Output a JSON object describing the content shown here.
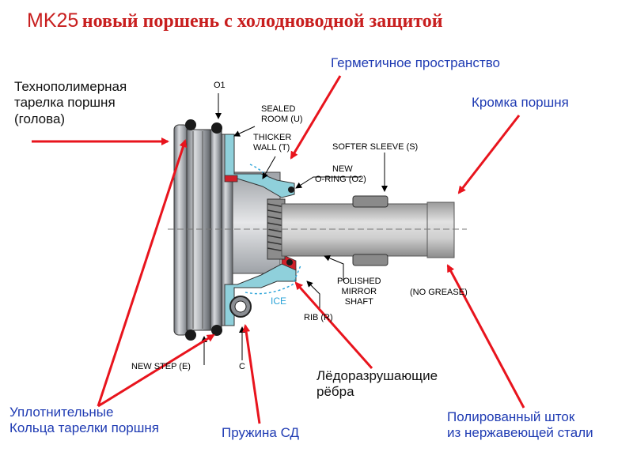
{
  "title": {
    "part1": "MK25",
    "part2": "новый поршень с холодноводной защитой"
  },
  "labels": {
    "techno": [
      "Технополимерная",
      "тарелка поршня",
      "(голова)"
    ],
    "sealed_space": "Герметичное пространство",
    "piston_edge": "Кромка поршня",
    "ice_ribs": [
      "Лёдоразрушающие",
      "рёбра"
    ],
    "seal_rings": [
      "Уплотнительные",
      "Кольца тарелки поршня"
    ],
    "spring": "Пружина СД",
    "shaft": [
      "Полированный шток",
      "из нержавеющей стали"
    ]
  },
  "tech_labels": {
    "o1": "O1",
    "sealed_room": [
      "SEALED",
      "ROOM (U)"
    ],
    "thicker_wall": [
      "THICKER",
      "WALL (T)"
    ],
    "softer_sleeve": "SOFTER SLEEVE (S)",
    "new_oring": [
      "NEW",
      "O-RING (O2)"
    ],
    "polished": [
      "POLISHED",
      "MIRROR",
      "SHAFT"
    ],
    "no_grease": "(NO GREASE)",
    "ice": "ICE",
    "rib": "RIB (R)",
    "new_step": "NEW STEP (E)",
    "c": "C"
  },
  "colors": {
    "title": "#c81e1e",
    "label_black": "#111111",
    "label_blue": "#1f3bb3",
    "arrow": "#e8141d",
    "ice": "#2aa3d8"
  }
}
